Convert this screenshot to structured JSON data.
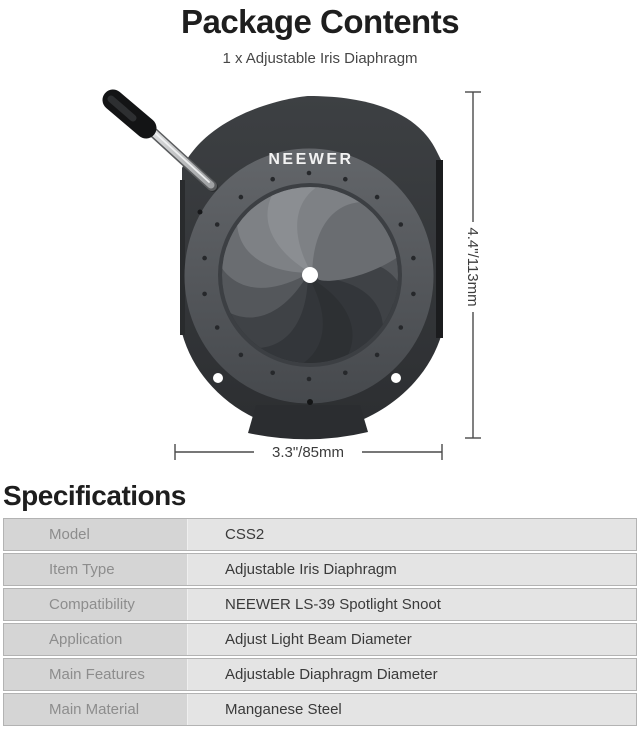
{
  "header": {
    "title": "Package Contents",
    "subtitle": "1 x Adjustable Iris Diaphragm"
  },
  "product": {
    "brand": "NEEWER",
    "dimensions": {
      "height": "4.4\"/113mm",
      "width": "3.3\"/85mm"
    }
  },
  "specifications": {
    "heading": "Specifications",
    "rows": [
      {
        "label": "Model",
        "value": "CSS2"
      },
      {
        "label": "Item Type",
        "value": "Adjustable Iris Diaphragm"
      },
      {
        "label": "Compatibility",
        "value": "NEEWER LS-39 Spotlight Snoot"
      },
      {
        "label": "Application",
        "value": "Adjust Light Beam Diameter"
      },
      {
        "label": "Main Features",
        "value": "Adjustable Diaphragm Diameter"
      },
      {
        "label": "Main Material",
        "value": "Manganese Steel"
      }
    ]
  },
  "colors": {
    "title_text": "#1e1e1e",
    "dimension_text": "#3c3c3c",
    "table_label_text": "#8d8d8d",
    "table_value_text": "#3a3a3a",
    "table_label_bg": "#d5d5d5",
    "table_value_bg": "#e4e4e4",
    "product_body": "#56585a",
    "product_back": "#37393c"
  }
}
